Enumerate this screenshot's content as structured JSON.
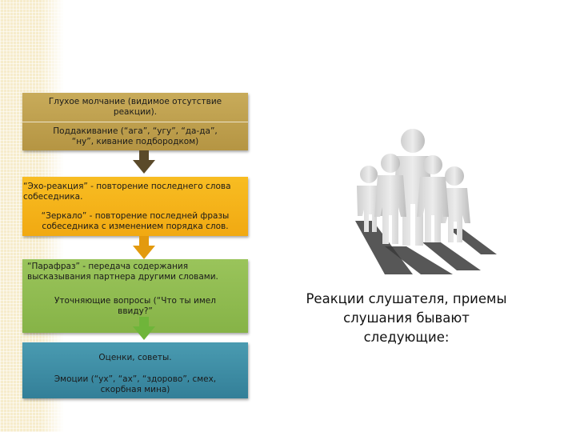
{
  "steps": [
    {
      "lines_a": [
        "Глухое молчание (видимое отсутствие",
        "реакции)."
      ],
      "lines_b": [
        "Поддакивание (“ага”, “угу”, “да-да”,",
        "“ну”, кивание подбородком)"
      ],
      "color": "#c2a553"
    },
    {
      "lines_a": [
        "“Эхо-реакция” - повторение последнего слова",
        "собеседника."
      ],
      "lines_b": [
        "“Зеркало” - повторение последней фразы",
        "собеседника с изменением порядка слов."
      ],
      "color": "#f5b41b"
    },
    {
      "lines_a": [
        "“Парафраз” - передача содержания",
        "высказывания партнера другими словами."
      ],
      "lines_b": [
        "Уточняющие вопросы (“Что ты имел",
        "ввиду?”"
      ],
      "color": "#92be52"
    },
    {
      "lines_a": [
        "Оценки, советы."
      ],
      "lines_b": [
        "Эмоции (“ух”, “ах”, “здорово”, смех,",
        "скорбная мина)"
      ],
      "color": "#3f8ea6"
    }
  ],
  "caption": [
    "Реакции слушателя, приемы",
    "слушания бывают",
    "следующие:"
  ],
  "people_icon": "people-group-icon"
}
